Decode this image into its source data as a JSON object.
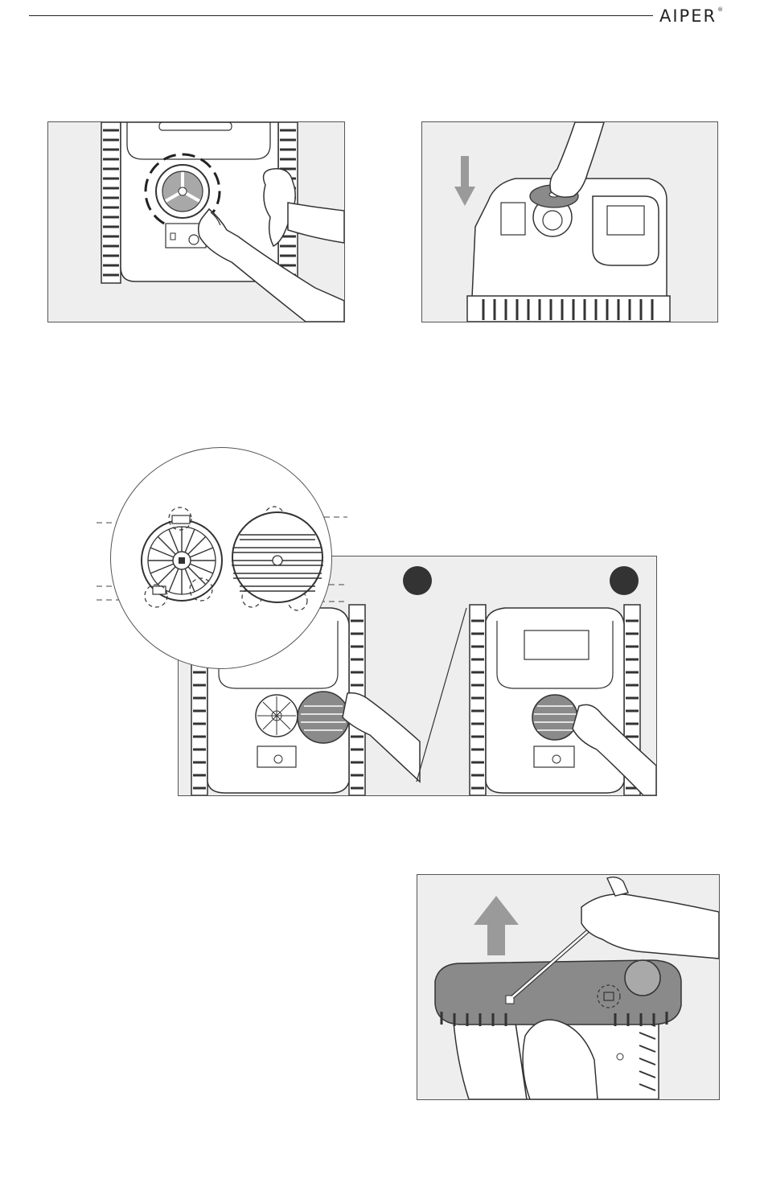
{
  "header": {
    "brand": "AIPER",
    "brand_mark": "®"
  },
  "figures": [
    {
      "id": "wipe-impeller-panel",
      "icon": "hand-wiping-impeller-illustration"
    },
    {
      "id": "press-cover-panel",
      "icon": "hand-pressing-cover-illustration"
    },
    {
      "id": "install-cover-panel",
      "icon": "cover-installation-illustration"
    },
    {
      "id": "remove-tray-panel",
      "icon": "screwdriver-lift-illustration"
    }
  ],
  "colors": {
    "panel_bg": "#eeeeee",
    "line": "#333333",
    "cover_gray": "#8a8a8a",
    "arrow_gray": "#9a9a9a"
  }
}
